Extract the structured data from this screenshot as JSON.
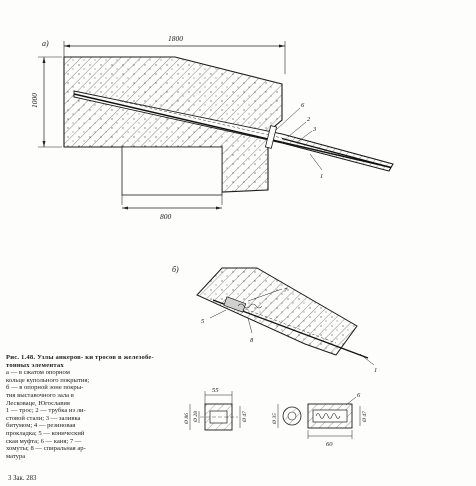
{
  "figure": {
    "label_a": "а)",
    "label_b": "б)",
    "dim_top": "1800",
    "dim_left": "1000",
    "dim_bottom": "800",
    "callouts_a": [
      "6",
      "2",
      "3",
      "1"
    ],
    "callouts_b": [
      "7",
      "5",
      "8",
      "1"
    ],
    "detail_left_dims": [
      "55",
      "Ø 86",
      "Ø 28",
      "Ø 47"
    ],
    "detail_right_dims": [
      "Ø 35",
      "Ø 47",
      "60",
      "6"
    ]
  },
  "caption": {
    "title_lines": [
      "Рис. 1.48. Узлы анкеров-",
      "ки тросов в железобе-",
      "тонных элементах"
    ],
    "body_lines": [
      "а — в сжатом опорном",
      "кольце купольного покрытия;",
      "б — в опорной зоне покры-",
      "тия выставочного зала в",
      "Лесковаце, Югославия",
      "1 — трос; 2 — трубка из ли-",
      "стовой стали; 3 — заливка",
      "битумом;  4 — резиновая",
      "прокладка;   5 — конический",
      "ская муфта; 6 — каня; 7 —",
      "хомуты; 8 — спиральная ар-",
      "матура"
    ]
  },
  "footer": "3  Зак. 283"
}
